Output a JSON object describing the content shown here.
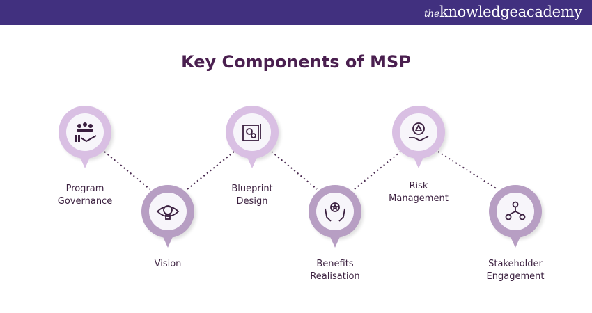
{
  "header": {
    "logo_prefix": "the",
    "logo_main": "knowledgeacademy"
  },
  "title": "Key Components of MSP",
  "components": [
    {
      "line1": "Program",
      "line2": "Governance",
      "icon": "team-hand-icon"
    },
    {
      "line1": "Vision",
      "line2": "",
      "icon": "eye-bulb-icon"
    },
    {
      "line1": "Blueprint",
      "line2": "Design",
      "icon": "blueprint-icon"
    },
    {
      "line1": "Benefits",
      "line2": "Realisation",
      "icon": "hands-star-icon"
    },
    {
      "line1": "Risk",
      "line2": "Management",
      "icon": "hand-warning-icon"
    },
    {
      "line1": "Stakeholder",
      "line2": "Engagement",
      "icon": "stakeholder-network-icon"
    }
  ],
  "colors": {
    "header": "#41307f",
    "title": "#4a1f4f",
    "pin_light": "#d9bfe3",
    "pin_dark": "#b79ec3",
    "icon": "#3a1f3f"
  }
}
